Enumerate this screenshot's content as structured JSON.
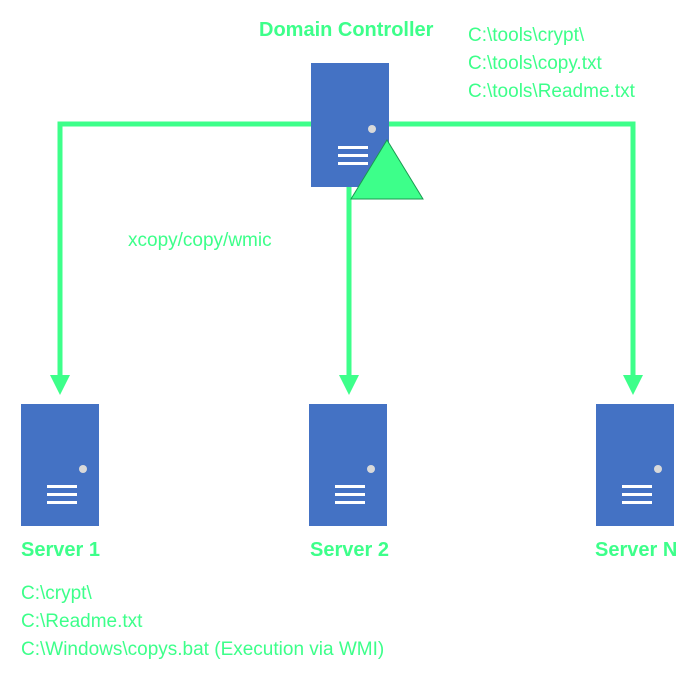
{
  "colors": {
    "arrow": "#3dff8a",
    "server_fill": "#4472c4",
    "server_detail": "#ffffff",
    "text": "#3dff8a"
  },
  "domain_controller": {
    "label": "Domain Controller",
    "files": [
      "C:\\tools\\crypt\\",
      "C:\\tools\\copy.txt",
      "C:\\tools\\Readme.txt"
    ],
    "icon": "server-icon",
    "badge_icon": "triangle-icon"
  },
  "transfer_label": "xcopy/copy/wmic",
  "servers": [
    {
      "label": "Server 1",
      "icon": "server-icon"
    },
    {
      "label": "Server 2",
      "icon": "server-icon"
    },
    {
      "label": "Server N",
      "icon": "server-icon"
    }
  ],
  "server1_files": [
    "C:\\crypt\\",
    "C:\\Readme.txt",
    "C:\\Windows\\copys.bat (Execution via WMI)"
  ]
}
